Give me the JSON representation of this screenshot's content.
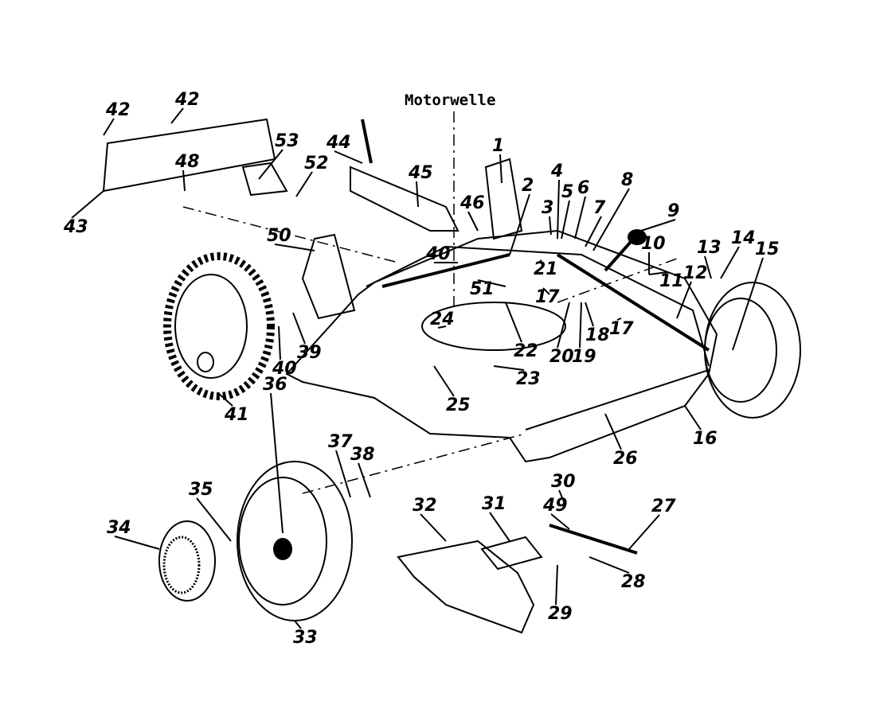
{
  "diagram": {
    "title": "Motorwelle",
    "part_labels": [
      "1",
      "2",
      "3",
      "4",
      "5",
      "6",
      "7",
      "8",
      "9",
      "10",
      "11",
      "12",
      "13",
      "14",
      "15",
      "16",
      "17",
      "17",
      "18",
      "19",
      "20",
      "21",
      "22",
      "23",
      "24",
      "25",
      "26",
      "27",
      "28",
      "29",
      "30",
      "31",
      "32",
      "33",
      "34",
      "35",
      "36",
      "37",
      "38",
      "39",
      "40",
      "40",
      "41",
      "42",
      "42",
      "43",
      "44",
      "45",
      "46",
      "48",
      "49",
      "50",
      "51",
      "52",
      "53"
    ]
  }
}
